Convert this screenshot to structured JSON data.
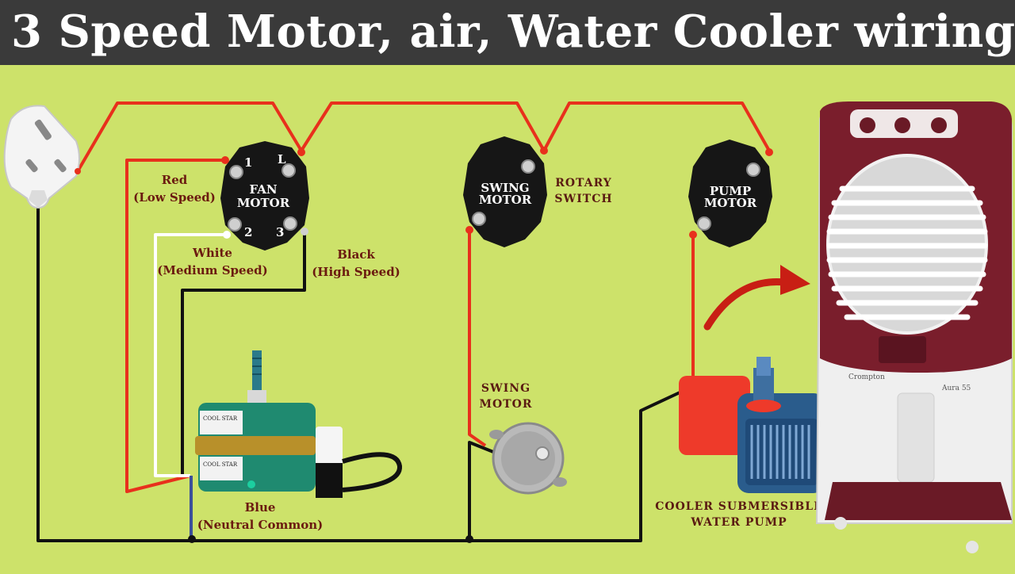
{
  "title": "3 Speed Motor, air, Water Cooler wiring",
  "switches": {
    "fan": {
      "line1": "FAN",
      "line2": "MOTOR",
      "t1": "1",
      "tL": "L",
      "t2": "2",
      "t3": "3"
    },
    "swing": {
      "line1": "SWING",
      "line2": "MOTOR"
    },
    "pump": {
      "line1": "PUMP",
      "line2": "MOTOR"
    }
  },
  "labels": {
    "red_1": "Red",
    "red_2": "(Low Speed)",
    "white_1": "White",
    "white_2": "(Medium Speed)",
    "black_1": "Black",
    "black_2": "(High Speed)",
    "blue_1": "Blue",
    "blue_2": "(Neutral Common)",
    "rotary_1": "ROTARY",
    "rotary_2": "SWITCH",
    "swing_1": "SWING",
    "swing_2": "MOTOR",
    "pump_1": "COOLER SUBMERSIBLE",
    "pump_2": "WATER PUMP"
  },
  "motor_labels": {
    "brand": "COOL STAR",
    "brand2": "COOL STAR"
  },
  "cooler": {
    "brand": "Crompton",
    "model": "Aura 55"
  },
  "colors": {
    "live": "#e8301c",
    "neutral": "#111111",
    "white_wire": "#ffffff",
    "blue_wire": "#3b4f9a",
    "cooler_maroon": "#7a1e2c",
    "background": "#cde26a"
  }
}
